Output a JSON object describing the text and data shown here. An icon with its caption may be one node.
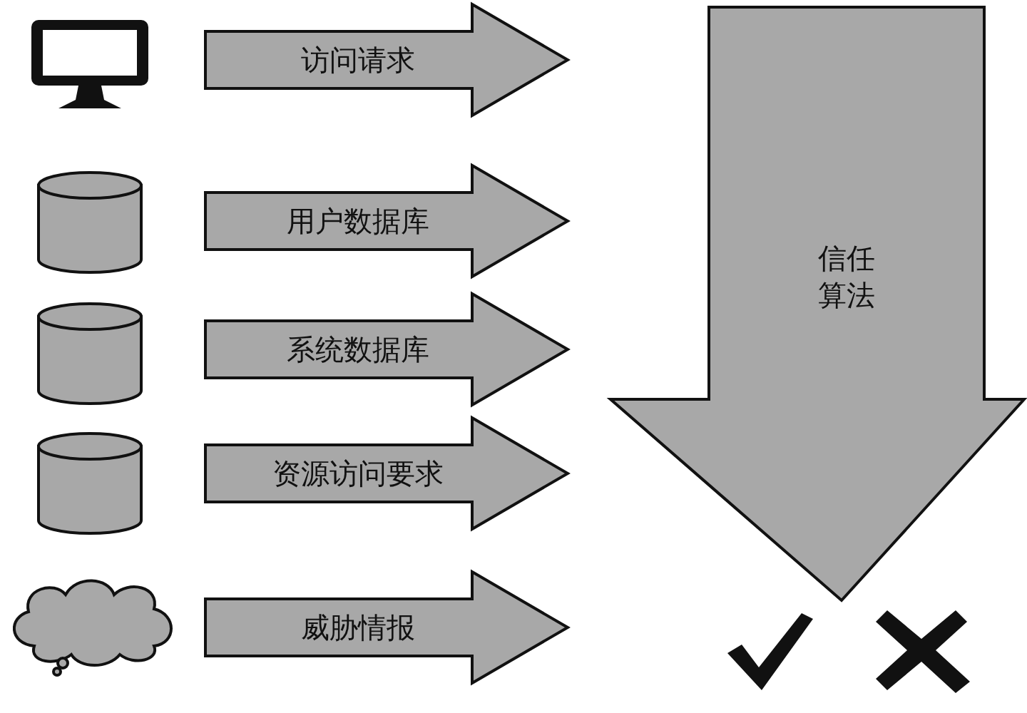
{
  "diagram": {
    "nodes": [
      {
        "text": [],
        "shape": "monitor"
      },
      {
        "text": [],
        "shape": "cylinder"
      },
      {
        "text": [],
        "shape": "cylinder"
      },
      {
        "text": [],
        "shape": "cylinder"
      },
      {
        "text": [],
        "shape": "cloud"
      },
      {
        "text": [
          "访问请求"
        ]
      },
      {
        "text": [
          "用户数据库"
        ]
      },
      {
        "text": [
          "系统数据库"
        ]
      },
      {
        "text": [
          "资源访问要求"
        ]
      },
      {
        "text": [
          "威胁情报"
        ]
      },
      {
        "text": [
          "信任算法"
        ]
      },
      {
        "text": [],
        "shape": "check"
      },
      {
        "text": [],
        "shape": "cross"
      }
    ]
  }
}
